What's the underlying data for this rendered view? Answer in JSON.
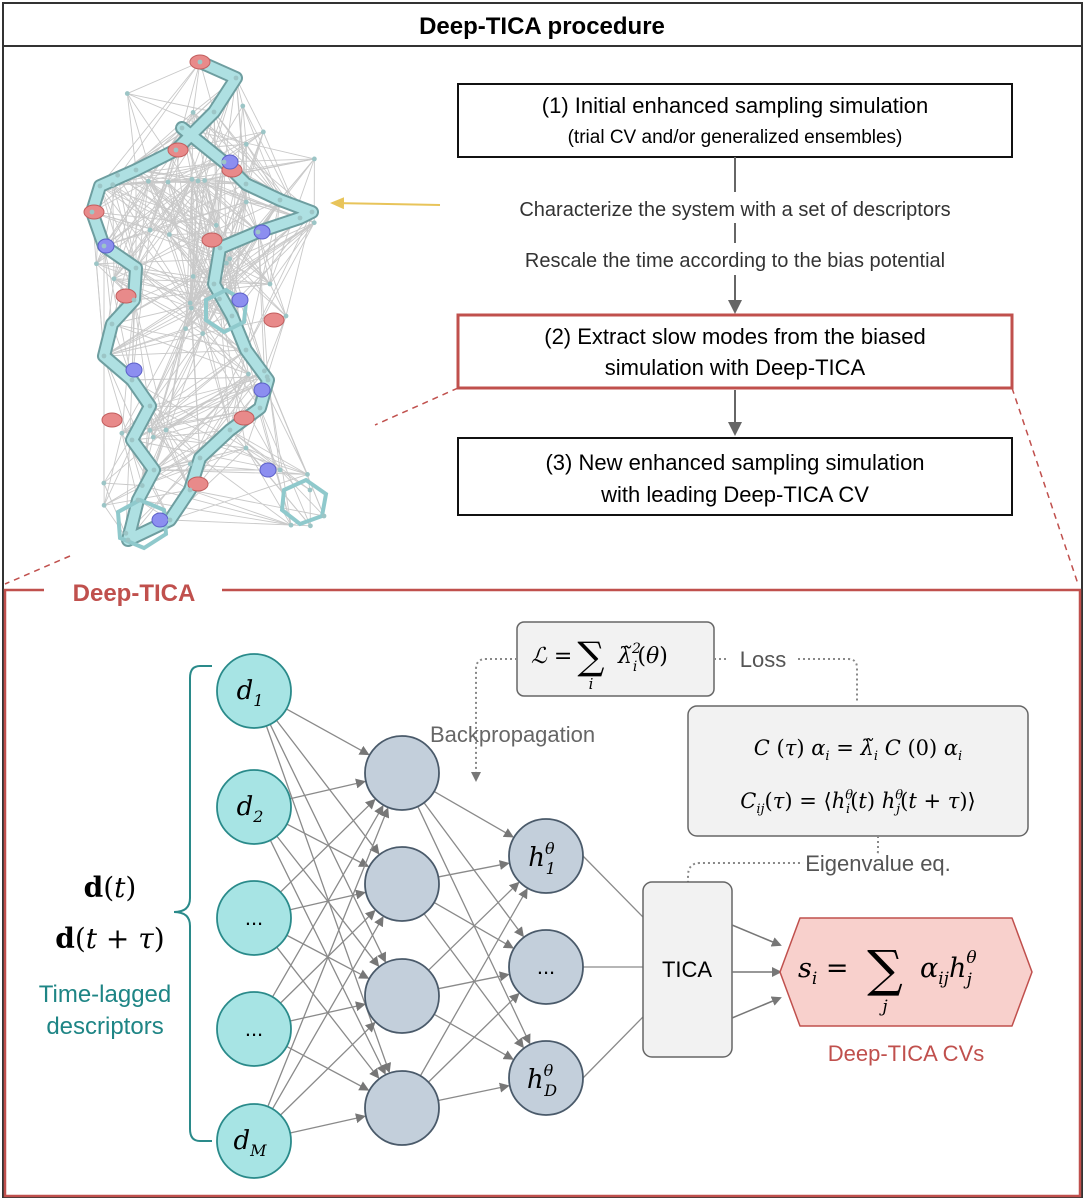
{
  "header": {
    "title": "Deep-TICA procedure"
  },
  "steps": [
    {
      "id": 1,
      "line1": "(1) Initial enhanced sampling simulation",
      "line2": "(trial CV and/or generalized ensembles)"
    },
    {
      "id": 2,
      "line1": "(2) Extract slow modes from the biased",
      "line2": "simulation with Deep-TICA"
    },
    {
      "id": 3,
      "line1": "(3) New enhanced sampling simulation",
      "line2": "with leading Deep-TICA CV"
    }
  ],
  "annotations": {
    "characterize": "Characterize the system with a set of descriptors",
    "rescale": "Rescale the time according to the bias potential"
  },
  "panel": {
    "title": "Deep-TICA",
    "loss_label": "Loss",
    "backprop_label": "Backpropagation",
    "eigen_label": "Eigenvalue eq.",
    "tica_label": "TICA",
    "cv_label": "Deep-TICA CVs",
    "desc_label_line1": "Time-lagged",
    "desc_label_line2": "descriptors",
    "dt_label": "d(t)",
    "dttau_label": "d(t + τ)"
  },
  "inputs": [
    "d1",
    "d2",
    "...",
    "...",
    "dM"
  ],
  "outputs": [
    "h1θ",
    "...",
    "hDθ"
  ],
  "colors": {
    "accent_red": "#c0504d",
    "teal_fill": "#a7e4e4",
    "teal_stroke": "#2a8a8a",
    "hidden_fill": "#c3cfdb",
    "hidden_stroke": "#4a5a6a",
    "cv_fill": "#f8d0cc",
    "yellow_arrow": "#e8c45a"
  }
}
